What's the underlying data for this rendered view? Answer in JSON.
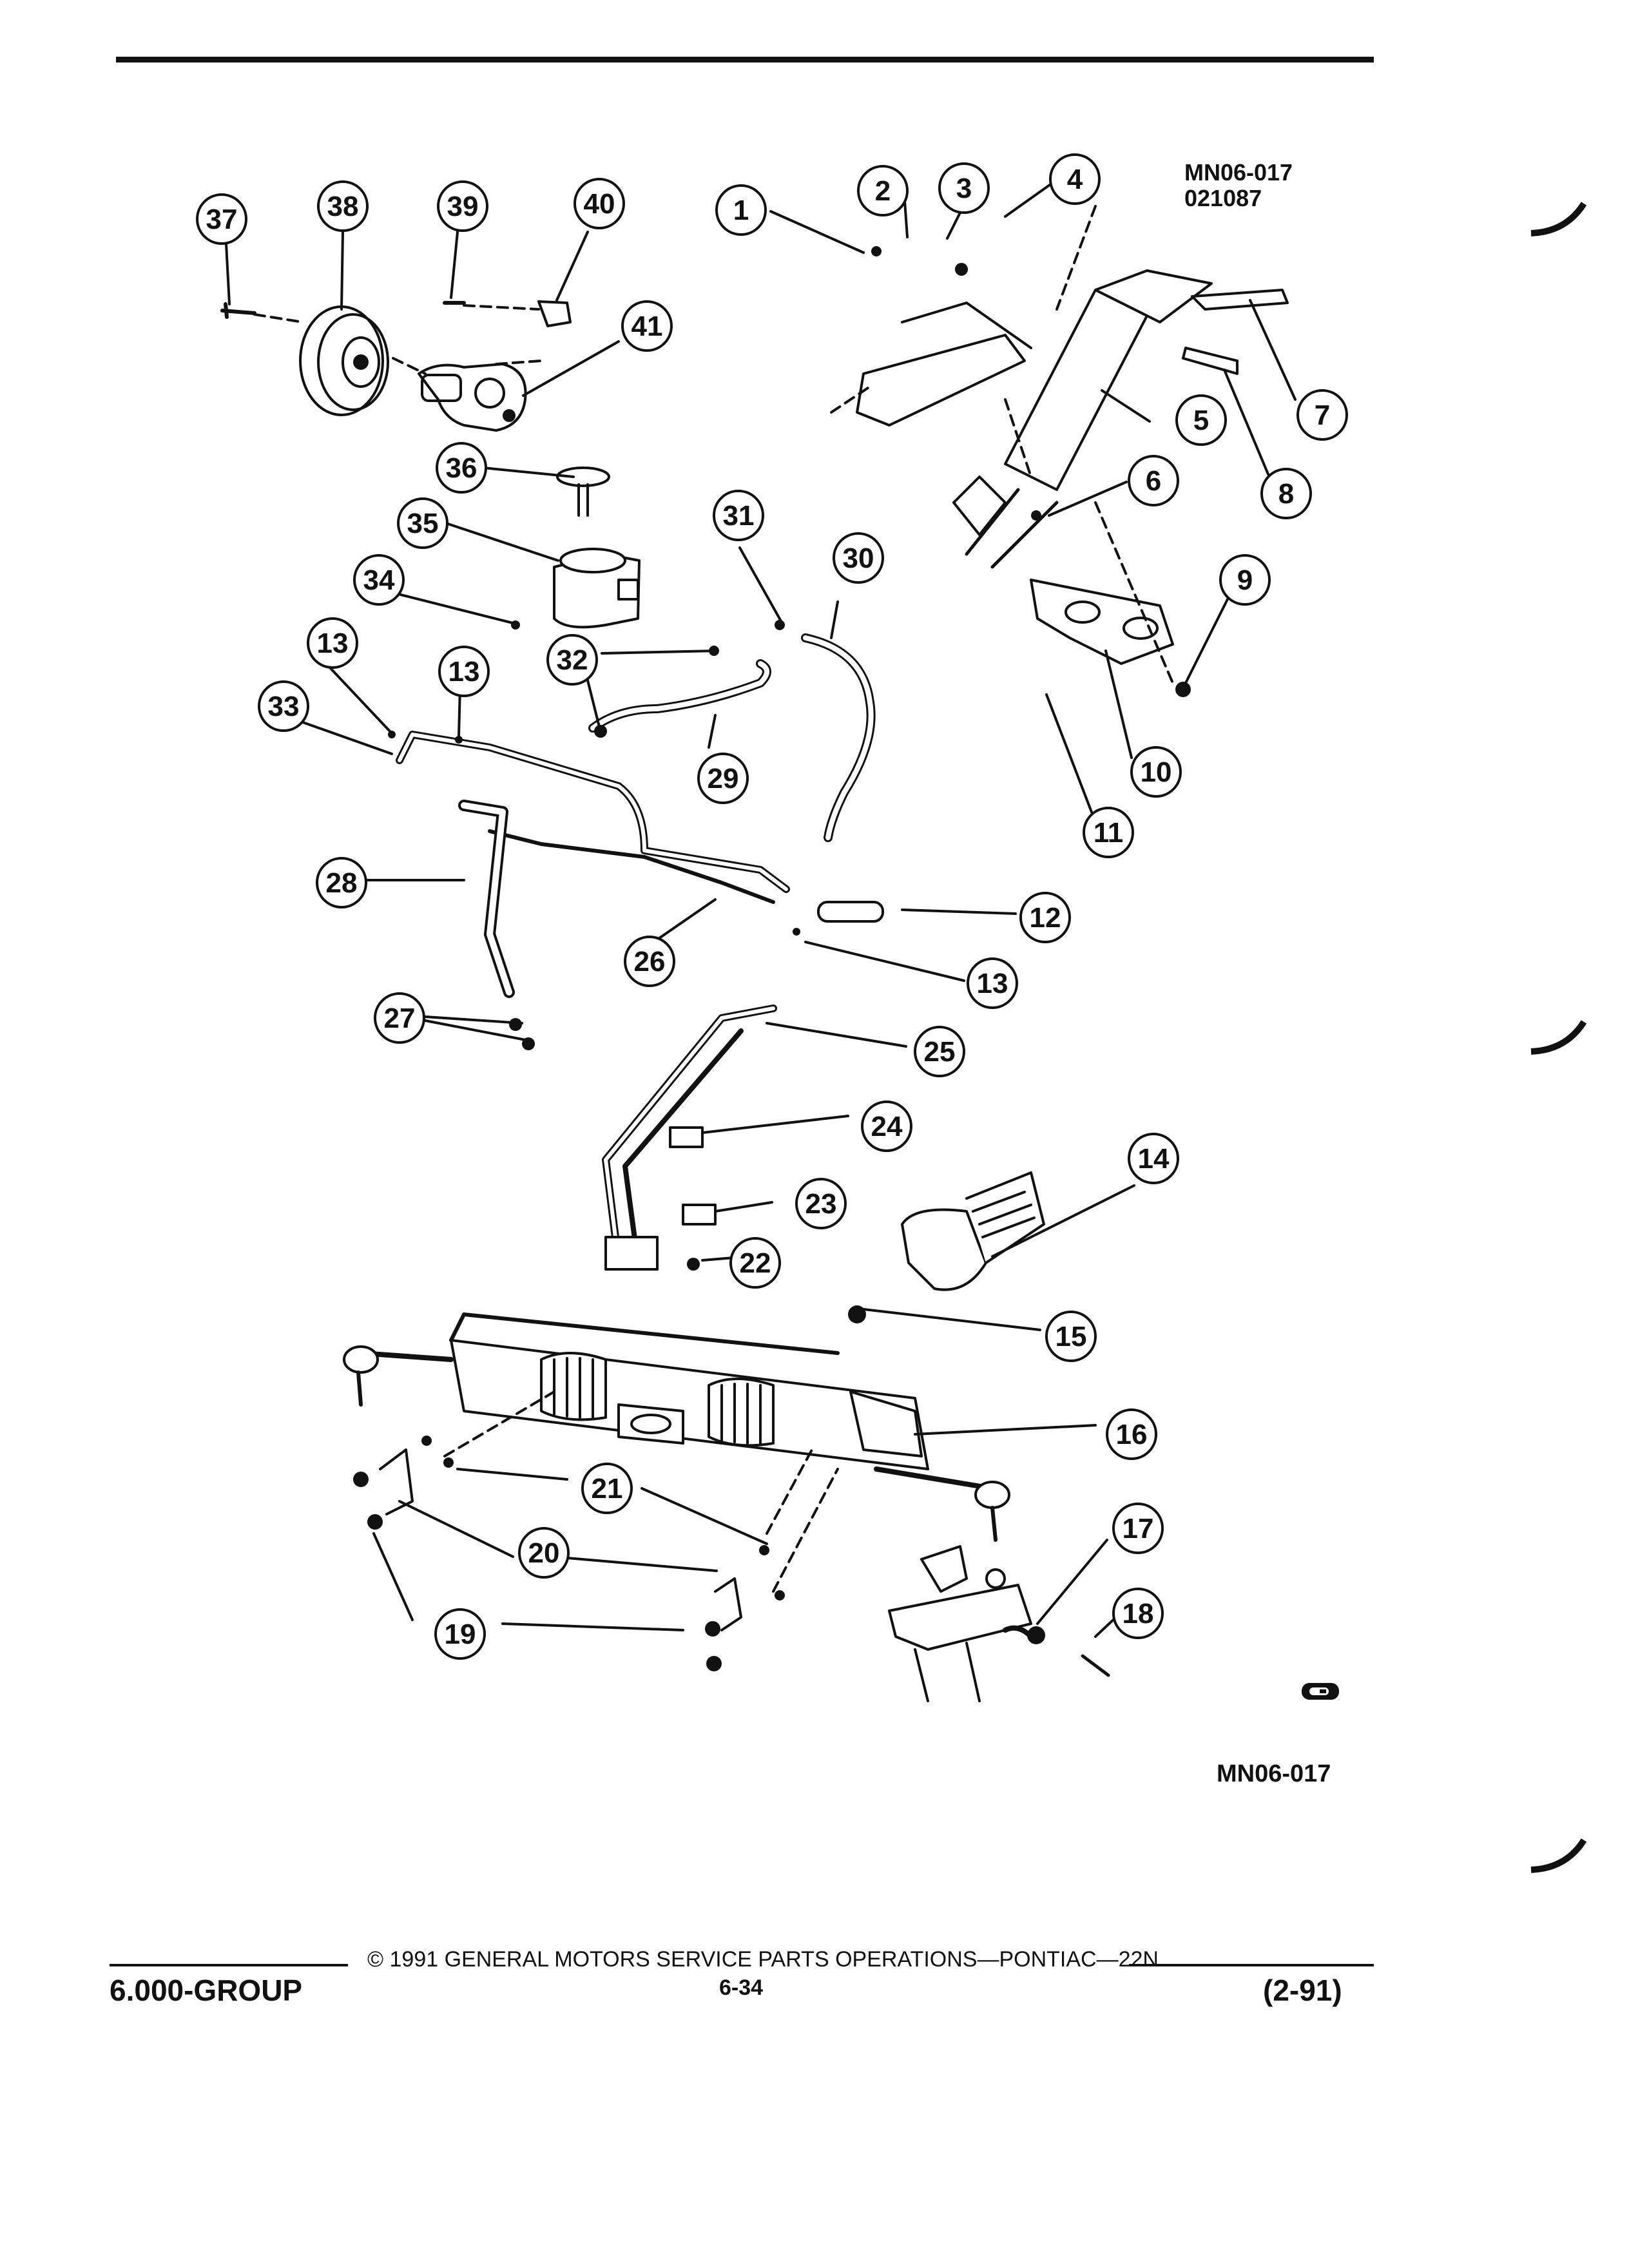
{
  "diagram": {
    "ref_code_top": "MN06-017",
    "ref_date_top": "021087",
    "ref_code_bottom": "MN06-017",
    "callouts": [
      {
        "id": "1",
        "label": "1"
      },
      {
        "id": "2",
        "label": "2"
      },
      {
        "id": "3",
        "label": "3"
      },
      {
        "id": "4",
        "label": "4"
      },
      {
        "id": "5",
        "label": "5"
      },
      {
        "id": "6",
        "label": "6"
      },
      {
        "id": "7",
        "label": "7"
      },
      {
        "id": "8",
        "label": "8"
      },
      {
        "id": "9",
        "label": "9"
      },
      {
        "id": "10",
        "label": "10"
      },
      {
        "id": "11",
        "label": "11"
      },
      {
        "id": "12",
        "label": "12"
      },
      {
        "id": "13a",
        "label": "13"
      },
      {
        "id": "13b",
        "label": "13"
      },
      {
        "id": "13c",
        "label": "13"
      },
      {
        "id": "14",
        "label": "14"
      },
      {
        "id": "15",
        "label": "15"
      },
      {
        "id": "16",
        "label": "16"
      },
      {
        "id": "17",
        "label": "17"
      },
      {
        "id": "18",
        "label": "18"
      },
      {
        "id": "19",
        "label": "19"
      },
      {
        "id": "20",
        "label": "20"
      },
      {
        "id": "21",
        "label": "21"
      },
      {
        "id": "22",
        "label": "22"
      },
      {
        "id": "23",
        "label": "23"
      },
      {
        "id": "24",
        "label": "24"
      },
      {
        "id": "25",
        "label": "25"
      },
      {
        "id": "26",
        "label": "26"
      },
      {
        "id": "27",
        "label": "27"
      },
      {
        "id": "28",
        "label": "28"
      },
      {
        "id": "29",
        "label": "29"
      },
      {
        "id": "30",
        "label": "30"
      },
      {
        "id": "31",
        "label": "31"
      },
      {
        "id": "32",
        "label": "32"
      },
      {
        "id": "33",
        "label": "33"
      },
      {
        "id": "34",
        "label": "34"
      },
      {
        "id": "35",
        "label": "35"
      },
      {
        "id": "36",
        "label": "36"
      },
      {
        "id": "37",
        "label": "37"
      },
      {
        "id": "38",
        "label": "38"
      },
      {
        "id": "39",
        "label": "39"
      },
      {
        "id": "40",
        "label": "40"
      },
      {
        "id": "41",
        "label": "41"
      }
    ]
  },
  "footer": {
    "group": "6.000-GROUP",
    "copyright": "© 1991 GENERAL MOTORS SERVICE PARTS OPERATIONS—PONTIAC—22N",
    "page": "6-34",
    "revision": "(2-91)"
  }
}
